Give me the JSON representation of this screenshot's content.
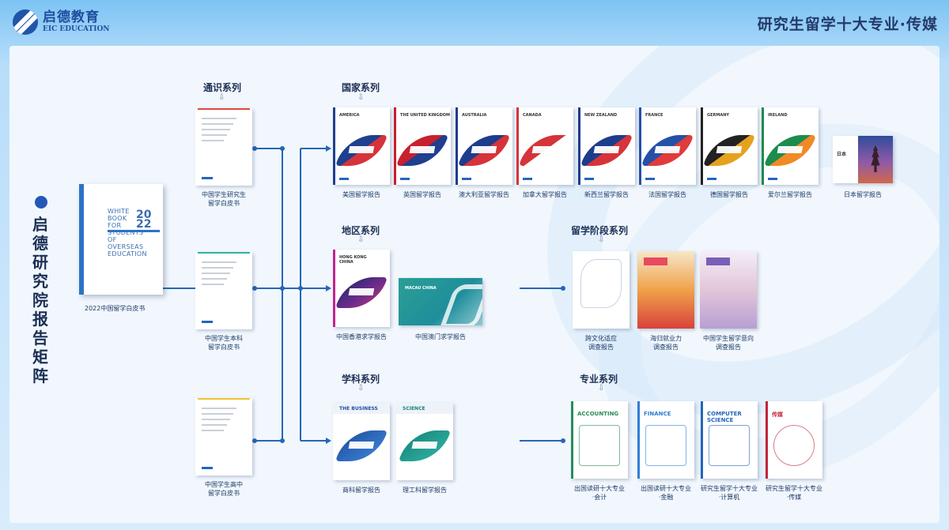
{
  "header": {
    "logo_cn": "启德教育",
    "logo_en": "EIC EDUCATION",
    "title": "研究生留学十大专业·传媒"
  },
  "side": {
    "title": "启德研究院报告矩阵"
  },
  "white_book": {
    "cover_text": "WHITE BOOK FOR STUDENTS OF OVERSEAS EDUCATION",
    "cover_year": "2022",
    "label": "2022中国留学白皮书"
  },
  "sections": {
    "general": "通识系列",
    "country": "国家系列",
    "region": "地区系列",
    "stage": "留学阶段系列",
    "discipline": "学科系列",
    "major": "专业系列"
  },
  "general_books": [
    {
      "label1": "中国学生研究生",
      "label2": "留学白皮书",
      "color": "#e2463f"
    },
    {
      "label1": "中国学生本科",
      "label2": "留学白皮书",
      "color": "#2fb29a"
    },
    {
      "label1": "中国学生高中",
      "label2": "留学白皮书",
      "color": "#f2c531"
    }
  ],
  "country_books": [
    {
      "label": "美国留学报告",
      "cover": "AMERICA",
      "c1": "#1f3f8f",
      "c2": "#d6333a"
    },
    {
      "label": "英国留学报告",
      "cover": "THE UNITED KINGDOM",
      "c1": "#c8202d",
      "c2": "#1f3f8f"
    },
    {
      "label": "澳大利亚留学报告",
      "cover": "AUSTRALIA",
      "c1": "#1e3c8c",
      "c2": "#d6333a"
    },
    {
      "label": "加拿大留学报告",
      "cover": "CANADA",
      "c1": "#d6333a",
      "c2": "#ffffff"
    },
    {
      "label": "新西兰留学报告",
      "cover": "NEW ZEALAND",
      "c1": "#1e3c8c",
      "c2": "#d6333a"
    },
    {
      "label": "法国留学报告",
      "cover": "FRANCE",
      "c1": "#2450a8",
      "c2": "#e23b3b"
    },
    {
      "label": "德国留学报告",
      "cover": "GERMANY",
      "c1": "#222222",
      "c2": "#e5a21d"
    },
    {
      "label": "爱尔兰留学报告",
      "cover": "IRELAND",
      "c1": "#1c8c4c",
      "c2": "#f08a24"
    },
    {
      "label": "日本留学报告",
      "cover": "日本",
      "c1": "#3a5ba8",
      "c2": "#c43b3b"
    }
  ],
  "region_books": [
    {
      "label": "中国香港求学报告",
      "cover": "HONG KONG CHINA"
    },
    {
      "label": "中国澳门求学报告",
      "cover": "MACAU CHINA"
    }
  ],
  "stage_books": [
    {
      "label1": "跨文化适应",
      "label2": "调查报告"
    },
    {
      "label1": "海归就业力",
      "label2": "调查报告"
    },
    {
      "label1": "中国学生留学意向",
      "label2": "调查报告"
    }
  ],
  "discipline_books": [
    {
      "label": "商科留学报告",
      "cover": "THE BUSINESS"
    },
    {
      "label": "理工科留学报告",
      "cover": "SCIENCE"
    }
  ],
  "major_books": [
    {
      "label1": "出国读研十大专业",
      "label2": "·会计",
      "cover": "ACCOUNTING"
    },
    {
      "label1": "出国读研十大专业",
      "label2": "·金融",
      "cover": "FINANCE"
    },
    {
      "label1": "研究生留学十大专业",
      "label2": "·计算机",
      "cover": "COMPUTER SCIENCE"
    },
    {
      "label1": "研究生留学十大专业",
      "label2": "·传媒",
      "cover": "传媒"
    }
  ]
}
